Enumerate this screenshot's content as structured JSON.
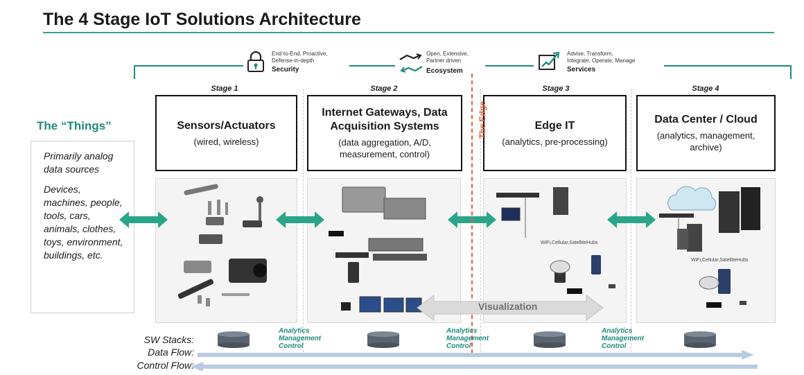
{
  "title": "The 4 Stage IoT Solutions Architecture",
  "pillars": [
    {
      "icon": "lock-icon",
      "desc_line1": "End-to-End, Proactive,",
      "desc_line2": "Defense-in-depth",
      "title": "Security"
    },
    {
      "icon": "handshake-icon",
      "desc_line1": "Open, Extensive,",
      "desc_line2": "Partner driven",
      "title": "Ecosystem"
    },
    {
      "icon": "growth-chart-icon",
      "desc_line1": "Advise, Transform,",
      "desc_line2": "Integrate, Operate, Manage",
      "title": "Services"
    }
  ],
  "things": {
    "heading": "The “Things”",
    "para1": "Primarily analog data sources",
    "para2": "Devices, machines, people, tools, cars, animals, clothes, toys, environment, buildings, etc."
  },
  "stages": [
    {
      "label": "Stage 1",
      "name": "Sensors/Actuators",
      "desc": "(wired, wireless)"
    },
    {
      "label": "Stage 2",
      "name": "Internet Gateways, Data Acquisition Systems",
      "desc": "(data aggregation, A/D, measurement, control)"
    },
    {
      "label": "Stage 3",
      "name": "Edge IT",
      "desc": "(analytics, pre-processing)"
    },
    {
      "label": "Stage 4",
      "name": "Data Center / Cloud",
      "desc": "(analytics, management, archive)"
    }
  ],
  "edge_label": "The Edge",
  "visualization_label": "Visualization",
  "hubs_label_stage3": "WiFi,Cellular,SatelliteHubs",
  "hubs_label_stage4": "WiFi,Cellular,SatelliteHubs",
  "footer": {
    "sw_stacks": "SW Stacks:",
    "data_flow": "Data Flow:",
    "control_flow": "Control Flow:",
    "sw_note_line1": "Analytics",
    "sw_note_line2": "Management",
    "sw_note_line3": "Control"
  },
  "colors": {
    "accent": "#1f8b7c",
    "edge": "#e0603a",
    "arrow_green": "#2aa58a"
  }
}
